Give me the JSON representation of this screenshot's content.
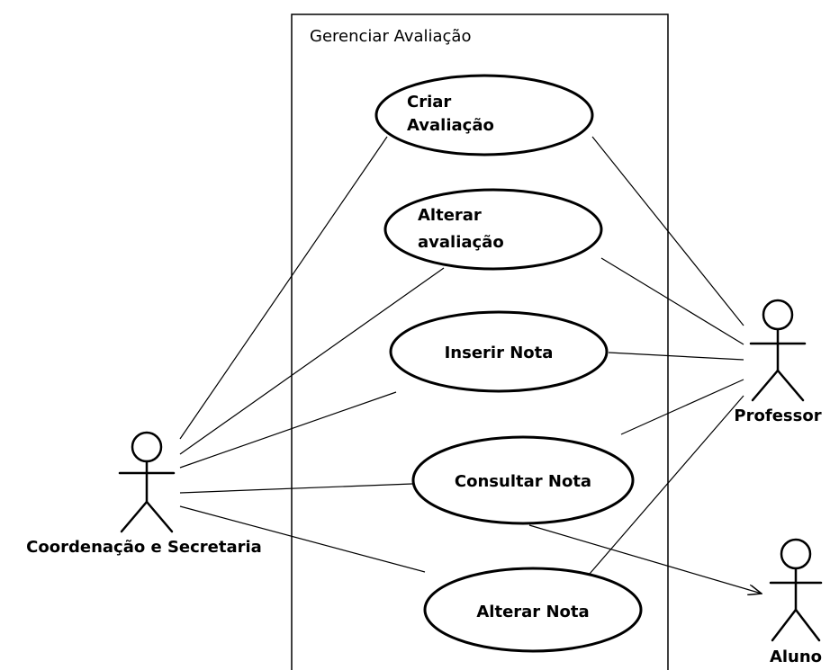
{
  "system": {
    "title": "Gerenciar Avaliação"
  },
  "use_cases": {
    "criar_avaliacao": {
      "line1": "Criar",
      "line2": "Avaliação"
    },
    "alterar_avaliacao": {
      "line1": "Alterar",
      "line2": "avaliação"
    },
    "inserir_nota": {
      "label": "Inserir Nota"
    },
    "consultar_nota": {
      "label": "Consultar Nota"
    },
    "alterar_nota": {
      "label": "Alterar Nota"
    }
  },
  "actors": {
    "coordenacao": {
      "label": "Coordenação e Secretaria"
    },
    "professor": {
      "label": "Professor"
    },
    "aluno": {
      "label": "Aluno"
    }
  }
}
